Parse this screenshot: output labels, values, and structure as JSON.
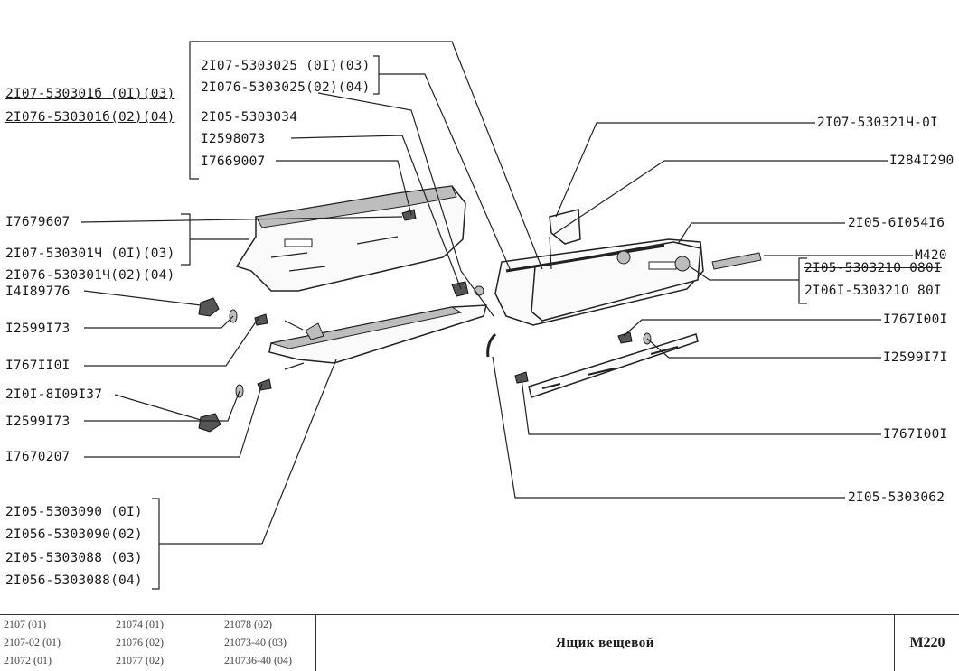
{
  "labels": {
    "l1a": "2I07-530301б (0I)(03)",
    "l1b": "2I076-530301б(02)(04)",
    "l2a": "2I07-5303025 (0I)(03)",
    "l2b": "2I076-5303025(02)(04)",
    "l3": "2I05-5303034",
    "l4": "I2598073",
    "l5": "I7669007",
    "l6": "I7679607",
    "l7a": "2I07-530301Ч (0I)(03)",
    "l7b": "2I076-530301Ч(02)(04)",
    "l8": "I4I89776",
    "l9": "I2599I73",
    "l10": "I767II0I",
    "l11": "2I0I-8I09I37",
    "l12": "I2599I73",
    "l13": "I7670207",
    "l14a": "2I05-5303090 (0I)",
    "l14b": "2I056-5303090(02)",
    "l14c": "2I05-5303088 (03)",
    "l14d": "2I056-5303088(04)",
    "r1": "2I07-530321Ч-0I",
    "r2": "I284I290",
    "r3": "2I05-6I054I6",
    "r4": "M420",
    "r5a": "2I05-530321O 080I",
    "r5b": "2I06I-530321O 80I",
    "r6": "I767I00I",
    "r7": "I2599I7I",
    "r8": "I767I00I",
    "r9": "2I05-5303062"
  },
  "footer": {
    "models": [
      "2107 (01)",
      "21074 (01)",
      "21078 (02)",
      "2107-02 (01)",
      "21076 (02)",
      "21073-40 (03)",
      "21072 (01)",
      "21077 (02)",
      "210736-40 (04)"
    ],
    "title": "Ящик вещевой",
    "sheet": "M220"
  }
}
